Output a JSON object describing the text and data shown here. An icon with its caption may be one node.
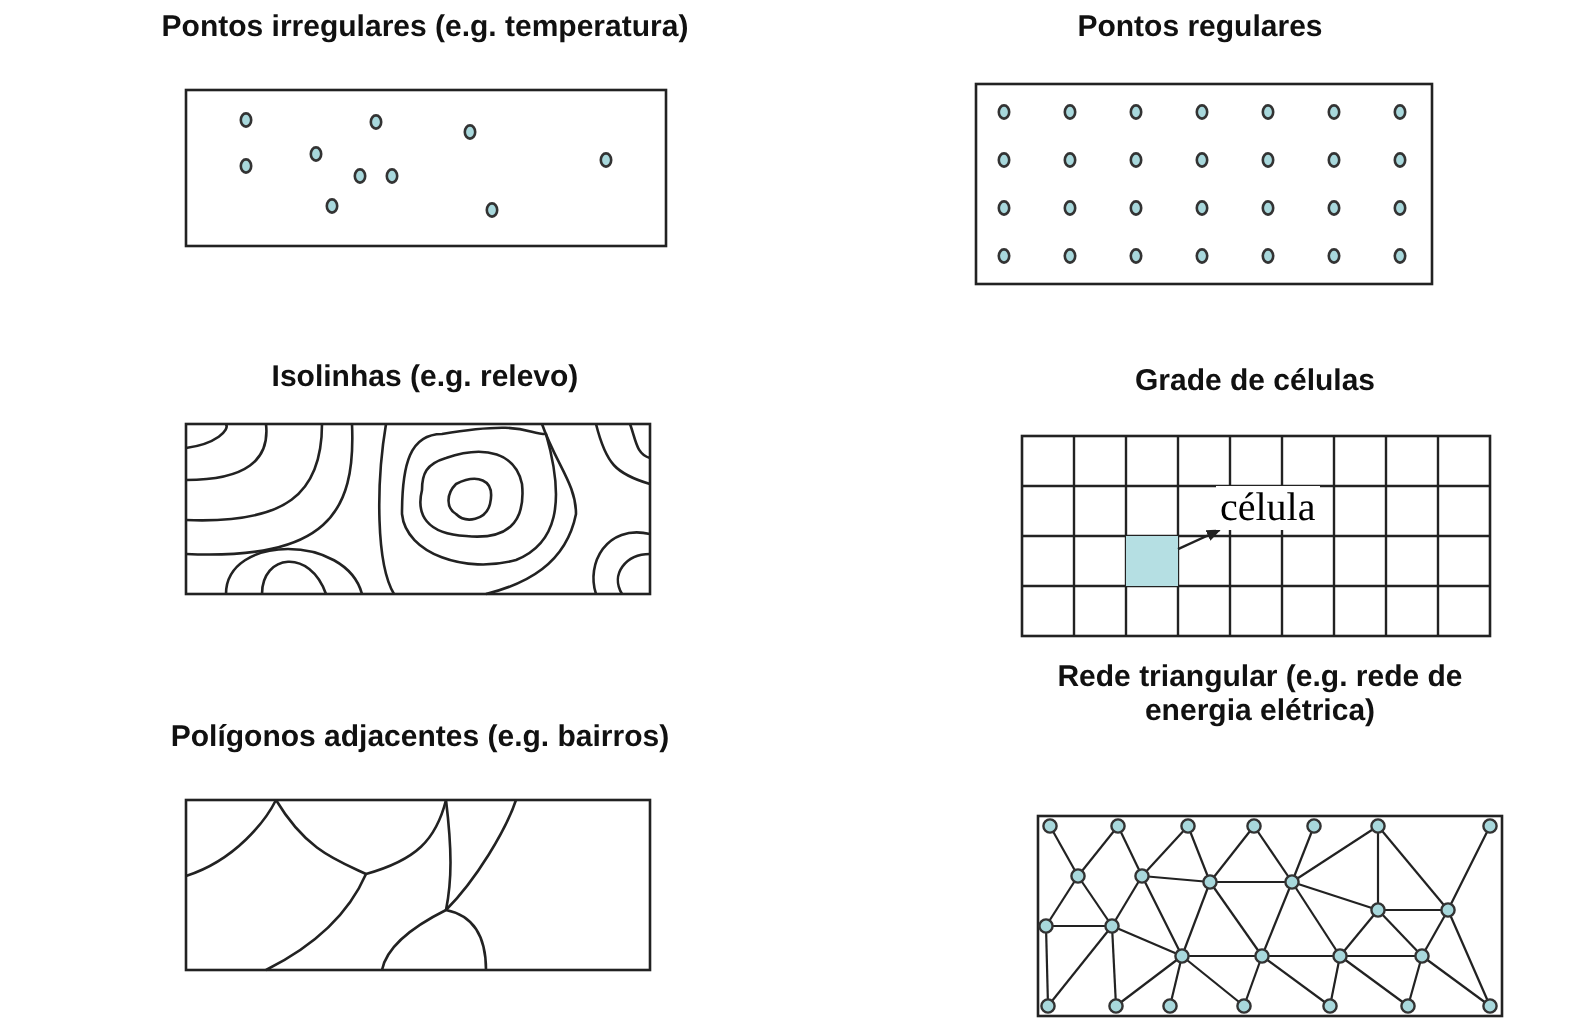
{
  "diagram": {
    "nodes": [
      {
        "text": [
          "Pontos irregulares (e.g. temperatura)"
        ]
      },
      {
        "text": [
          "Pontos regulares"
        ]
      },
      {
        "text": [
          "Isolinhas (e.g. relevo)"
        ]
      },
      {
        "text": [
          "Grade de células"
        ]
      },
      {
        "text": [],
        "shape": "box",
        "in": 3
      },
      {
        "text": [
          "célula"
        ],
        "in": 3
      },
      {
        "text": [
          "Polígonos adjacentes (e.g. bairros)"
        ]
      },
      {
        "text": [
          "Rede triangular (e.g. rede de energia elétrica)"
        ]
      }
    ],
    "edges": [
      {
        "from": 4,
        "to": 5,
        "arrow": "to"
      }
    ]
  }
}
